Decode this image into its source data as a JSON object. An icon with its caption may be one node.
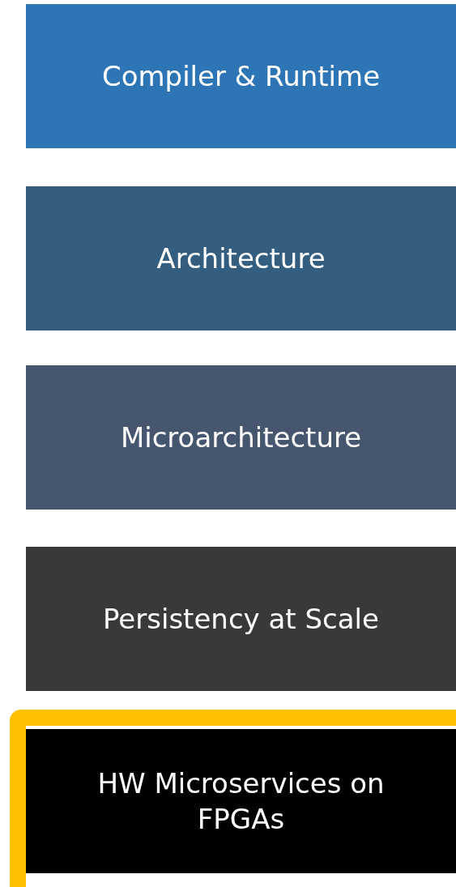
{
  "diagram": {
    "nodes": [
      {
        "text": [
          "Compiler & Runtime"
        ]
      },
      {
        "text": [
          "Architecture"
        ]
      },
      {
        "text": [
          "Microarchitecture"
        ]
      },
      {
        "text": [
          "Persistency at Scale"
        ]
      },
      {
        "text": [
          "HW Microservices on FPGAs"
        ]
      }
    ]
  }
}
